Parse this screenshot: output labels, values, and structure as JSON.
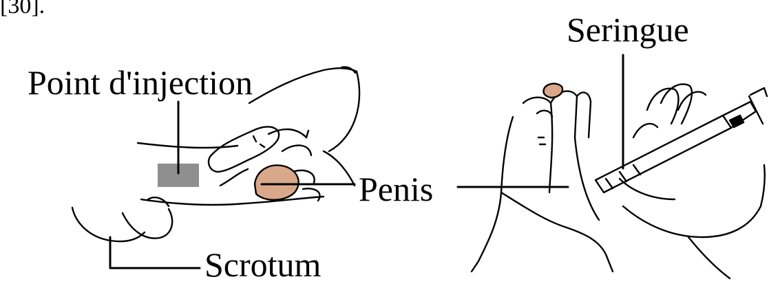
{
  "figure": {
    "reference_fragment": "[30].",
    "labels": {
      "injection_point": "Point d'injection",
      "syringe": "Seringue",
      "penis": "Penis",
      "scrotum": "Scrotum"
    },
    "colors": {
      "line": "#000000",
      "injection_area": "#8f8f8f",
      "fingertip": "#d9a88a",
      "background": "#ffffff"
    }
  }
}
